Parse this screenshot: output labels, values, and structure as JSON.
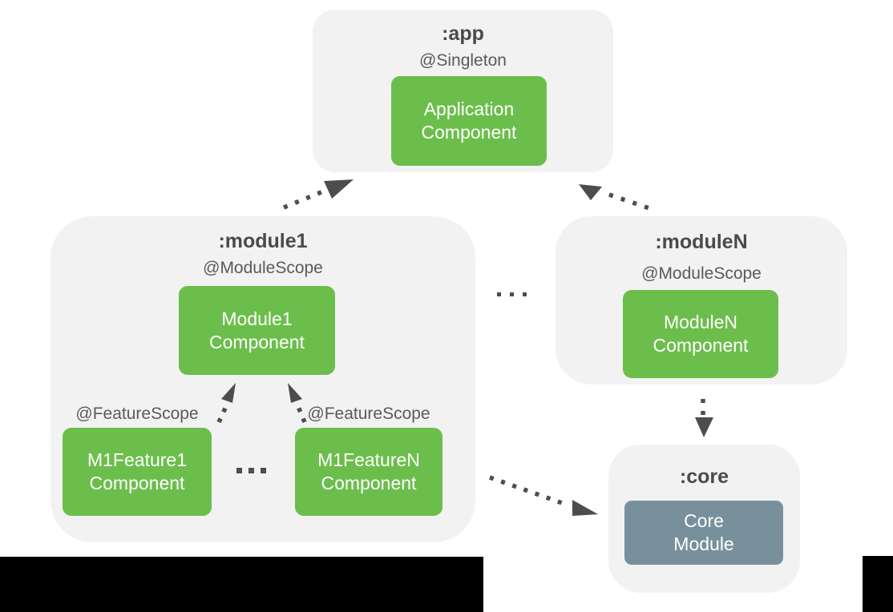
{
  "diagram": {
    "app": {
      "title": ":app",
      "scope": "@Singleton",
      "component": "Application\nComponent"
    },
    "module1": {
      "title": ":module1",
      "scope": "@ModuleScope",
      "component": "Module1\nComponent",
      "feature1": {
        "scope": "@FeatureScope",
        "component": "M1Feature1\nComponent"
      },
      "featureN": {
        "scope": "@FeatureScope",
        "component": "M1FeatureN\nComponent"
      }
    },
    "moduleN": {
      "title": ":moduleN",
      "scope": "@ModuleScope",
      "component": "ModuleN\nComponent"
    },
    "core": {
      "title": ":core",
      "module": "Core\nModule"
    },
    "relations": [
      {
        "from": ":module1",
        "to": ":app",
        "style": "dotted-arrow"
      },
      {
        "from": ":moduleN",
        "to": ":app",
        "style": "dotted-arrow"
      },
      {
        "from": "M1Feature1 Component",
        "to": "Module1 Component",
        "style": "dotted-arrow"
      },
      {
        "from": "M1FeatureN Component",
        "to": "Module1 Component",
        "style": "dotted-arrow"
      },
      {
        "from": ":moduleN",
        "to": ":core",
        "style": "dotted-arrow"
      },
      {
        "from": ":module1",
        "to": ":core",
        "style": "dotted-arrow"
      }
    ],
    "colors": {
      "background": "#FFFFFF",
      "container_bg": "#F2F2F2",
      "component_green": "#6CBE4C",
      "core_slate": "#78909C",
      "title_text": "#4A4A4A",
      "scope_text": "#5A5A5A",
      "arrow": "#4D4D4D",
      "letterbox": "#000000"
    }
  }
}
